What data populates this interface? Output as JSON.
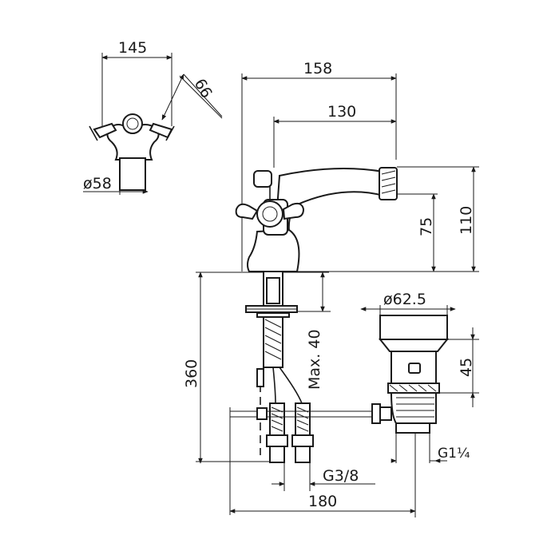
{
  "dimensions": {
    "top_width": "145",
    "top_diagonal": "66",
    "top_base_diameter": "ø58",
    "overall_length": "158",
    "spout_reach": "130",
    "spout_height": "75",
    "overall_height": "110",
    "total_depth": "360",
    "max_thickness": "Max. 40",
    "waste_diameter": "ø62.5",
    "waste_height": "45",
    "waste_thread": "G1¼",
    "inlet_thread": "G3/8",
    "waste_distance": "180"
  },
  "colors": {
    "line": "#1a1a1a",
    "background": "#ffffff"
  }
}
